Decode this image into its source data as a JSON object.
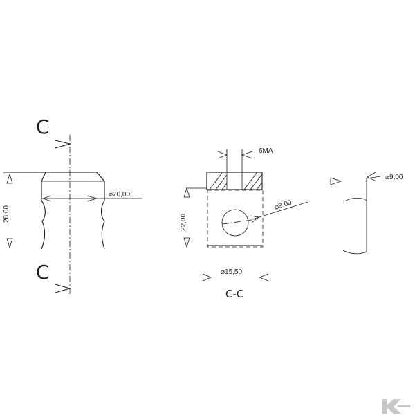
{
  "section_marks": {
    "upper": "C",
    "lower": "C"
  },
  "section_title": "C-C",
  "dimensions": {
    "overall_diameter": "20,00",
    "overall_height": "28,00",
    "thread_callout": "6MA",
    "section_height": "22,00",
    "hole_diameter_section": "9,00",
    "section_width_diameter": "15,50",
    "pin_diameter": "9,00"
  },
  "symbols": {
    "diameter": "⌀"
  },
  "colors": {
    "line": "#1a1a1a",
    "logo": "#c8c8c8",
    "background": "#ffffff"
  }
}
